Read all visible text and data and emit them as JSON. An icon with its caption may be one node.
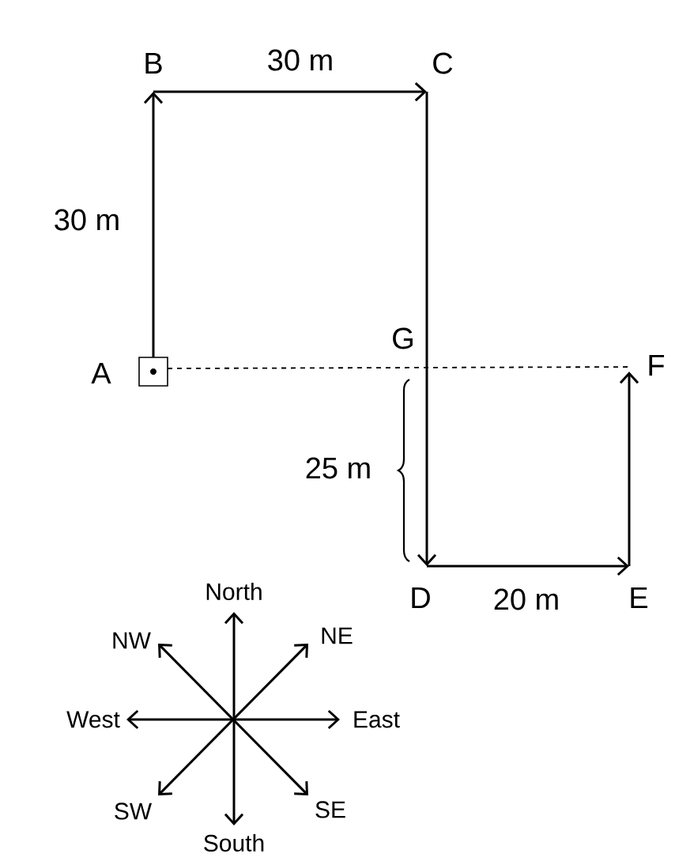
{
  "diagram": {
    "nodes": [
      {
        "text": [],
        "shape": "box",
        "beside": [
          "A"
        ]
      },
      {
        "text": [
          "B"
        ]
      },
      {
        "text": [
          "C"
        ]
      },
      {
        "text": [
          "D"
        ]
      },
      {
        "text": [
          "E"
        ]
      },
      {
        "text": [
          "F"
        ]
      }
    ],
    "edges": [
      {
        "from": 0,
        "to": 1,
        "arrow": "to",
        "label": "30 m"
      },
      {
        "from": 1,
        "to": 2,
        "arrow": "to",
        "label": "30 m"
      },
      {
        "from": 2,
        "to": 3,
        "arrow": "to"
      },
      {
        "from": 3,
        "to": 4,
        "arrow": "to",
        "label": "20 m"
      },
      {
        "from": 4,
        "to": 5,
        "arrow": "to"
      },
      {
        "from": 0,
        "to": 5,
        "arrow": "none",
        "style": "dashed"
      }
    ],
    "labels": [
      "G",
      "25 m",
      "North",
      "NW",
      "NE",
      "West",
      "East",
      "SW",
      "SE",
      "South"
    ]
  }
}
